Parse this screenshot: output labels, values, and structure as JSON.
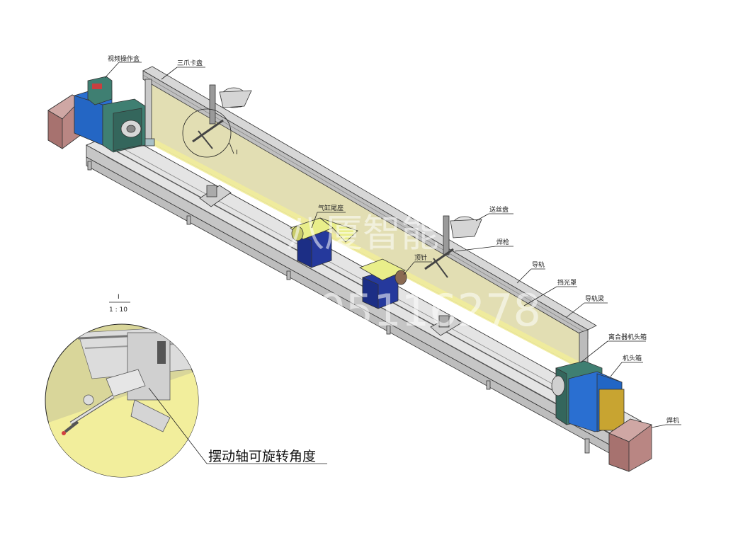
{
  "labels": {
    "video_box": "视频操作盒",
    "three_jaw_chuck": "三爪卡盘",
    "cylinder_tailstock": "气缸尾座",
    "wire_feeder": "送丝盘",
    "welding_torch": "焊枪",
    "top_center": "顶针",
    "guide_rail": "导轨",
    "light_shield": "挡光罩",
    "rail_beam": "导轨梁",
    "clutch_headbox": "离合器机头箱",
    "headbox": "机头箱",
    "welder": "焊机"
  },
  "detail": {
    "marker": "Ⅰ",
    "view_id": "Ⅰ",
    "scale": "1 : 10",
    "caption": "摆动轴可旋转角度"
  },
  "watermark": {
    "company": "八厦智能",
    "phone": "13505116278"
  },
  "colors": {
    "blue": "#2a6fd1",
    "green": "#3f7f72",
    "welder": "#b98683",
    "base": "#cfcfcf",
    "shield": "#e2deb3",
    "yellow": "#e9ee8a",
    "navy": "#25399c"
  }
}
